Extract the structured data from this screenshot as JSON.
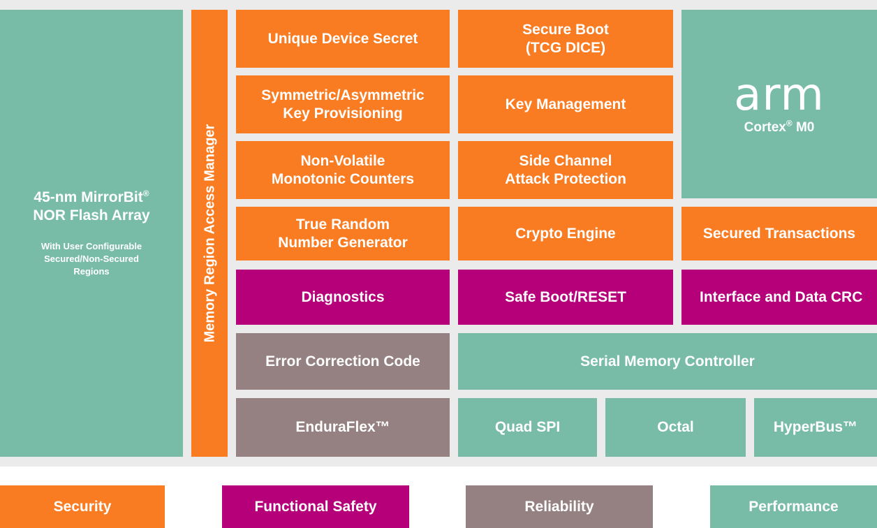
{
  "colors": {
    "security": "#f97c22",
    "functional_safety": "#b5007a",
    "reliability": "#958082",
    "performance": "#78bca8",
    "background": "#ebebeb"
  },
  "flash": {
    "title_line1": "45-nm MirrorBit",
    "title_mark": "®",
    "title_line2": "NOR Flash Array",
    "subtitle": "With User Configurable\nSecured/Non-Secured\nRegions"
  },
  "region_manager": "Memory Region Access Manager",
  "blocks": {
    "unique_device_secret": "Unique Device Secret",
    "secure_boot": "Secure Boot\n(TCG DICE)",
    "key_provisioning": "Symmetric/Asymmetric\nKey Provisioning",
    "key_management": "Key Management",
    "monotonic_counters": "Non-Volatile\nMonotonic Counters",
    "side_channel": "Side Channel\nAttack Protection",
    "trng": "True Random\nNumber Generator",
    "crypto_engine": "Crypto Engine",
    "secured_transactions": "Secured Transactions",
    "diagnostics": "Diagnostics",
    "safe_boot": "Safe Boot/RESET",
    "interface_crc": "Interface and Data CRC",
    "ecc": "Error Correction Code",
    "serial_memory_controller": "Serial Memory Controller",
    "enduraflex": "EnduraFlex™",
    "quad_spi": "Quad SPI",
    "octal": "Octal",
    "hyperbus": "HyperBus™"
  },
  "arm": {
    "logo": "arm",
    "cortex": "Cortex",
    "cortex_mark": "®",
    "cortex_model": " M0"
  },
  "legend": {
    "security": "Security",
    "functional_safety": "Functional Safety",
    "reliability": "Reliability",
    "performance": "Performance"
  }
}
